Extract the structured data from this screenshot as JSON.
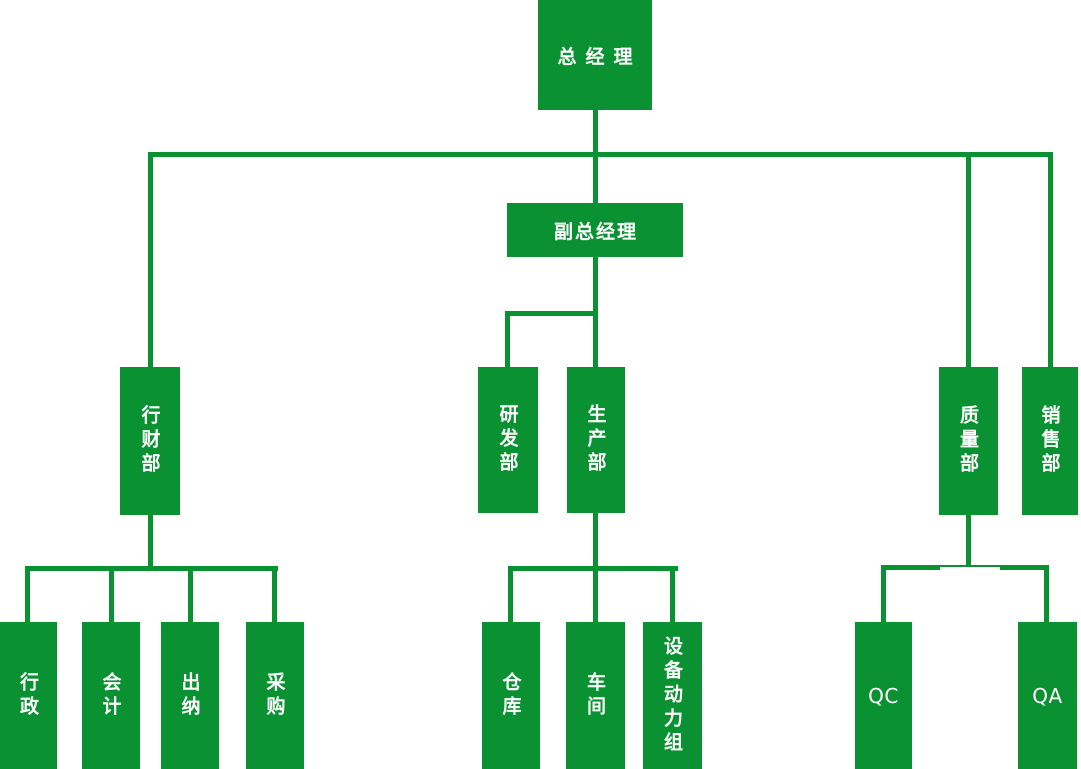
{
  "colors": {
    "green": "#0a9132",
    "text": "#ffffff",
    "background": "#ffffff"
  },
  "diagram_type": "organizational-chart",
  "hierarchy": {
    "label": "总经理",
    "children": [
      {
        "label": "行财部",
        "children": [
          {
            "label": "行政"
          },
          {
            "label": "会计"
          },
          {
            "label": "出纳"
          },
          {
            "label": "采购"
          }
        ]
      },
      {
        "label": "副总经理",
        "children": [
          {
            "label": "研发部"
          },
          {
            "label": "生产部",
            "children": [
              {
                "label": "仓库"
              },
              {
                "label": "车间"
              },
              {
                "label": "设备动力组"
              }
            ]
          }
        ]
      },
      {
        "label": "质量部",
        "children": [
          {
            "label": "QC"
          },
          {
            "label": "QA"
          }
        ]
      },
      {
        "label": "销售部"
      }
    ]
  }
}
